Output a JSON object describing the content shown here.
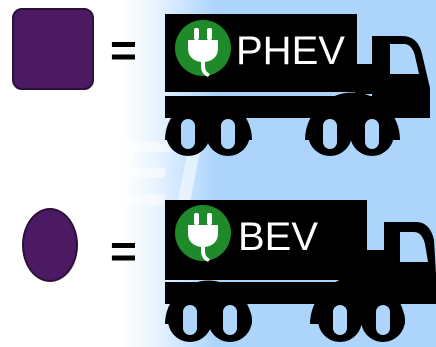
{
  "colors": {
    "purple": "#4b1a62",
    "plug_green": "#1f8a2a",
    "truck_black": "#000000",
    "sky_blue": "#add5fb"
  },
  "legend": [
    {
      "shape": "square",
      "symbol": "=",
      "vehicle_label": "PHEV",
      "icon": "electric-plug-icon"
    },
    {
      "shape": "circle",
      "symbol": "=",
      "vehicle_label": "BEV",
      "icon": "electric-plug-icon"
    }
  ],
  "watermark_text": "El"
}
